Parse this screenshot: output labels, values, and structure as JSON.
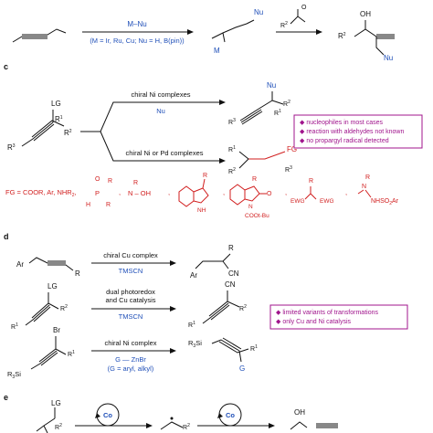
{
  "b": {
    "reagent": "M–Nu",
    "conditions": "(M = Ir, Ru, Cu; Nu = H, B(pin))",
    "nu_top": "Nu",
    "m_label": "M",
    "aldehyde_r": "R",
    "aldehyde_sup": "2",
    "product_oh": "OH",
    "product_r": "R",
    "product_sup": "2",
    "product_nu": "Nu"
  },
  "c": {
    "label": "c",
    "lg": "LG",
    "r1": "R",
    "r1_sup": "1",
    "r2": "R",
    "r2_sup": "2",
    "r3": "R",
    "r3_sup": "3",
    "upper_arrow_label": "chiral Ni complexes",
    "upper_arrow_nu": "Nu",
    "lower_arrow_label": "chiral Ni or Pd complexes",
    "prod1_nu": "Nu",
    "prod2_fg": "FG",
    "limits": [
      "nucleophiles in most cases",
      "reaction with aldehydes not known",
      "no propargyl radical detected"
    ],
    "fg_def": "FG = COOR, Ar, NHR",
    "fg_def_sub": "2",
    "fg_p": "P",
    "fg_o": "O",
    "fg_r": "R",
    "fg_h": "H",
    "fg_noh": "N – OH",
    "fg_nh": "NH",
    "fg_cooBu": "COOt-Bu",
    "fg_ewg": "EWG",
    "fg_nhso2ar": "NHSO",
    "fg_nhso2ar_sub": "2",
    "fg_nhso2ar_end": "Ar",
    "fg_n": "N",
    "fg_comma": ","
  },
  "d": {
    "label": "d",
    "r1_ar": "Ar",
    "r1_r": "R",
    "r1_cond": "chiral Cu complex",
    "r1_reagent": "TMSCN",
    "r1_prod_ar": "Ar",
    "r1_prod_r": "R",
    "r1_prod_cn": "CN",
    "r2_lg": "LG",
    "r2_cond1": "dual photoredox",
    "r2_cond2": "and Cu catalysis",
    "r2_reagent": "TMSCN",
    "r2_prod_cn": "CN",
    "r3_br": "Br",
    "r3_si": "R",
    "r3_si_sub": "3",
    "r3_si_end": "Si",
    "r3_cond": "chiral Ni complex",
    "r3_reagent": "G",
    "r3_reagent_end": "ZnBr",
    "r3_note": "(G = aryl, alkyl)",
    "r3_prod_g": "G",
    "limits": [
      "limited variants of transformations",
      "only Cu and Ni catalysis"
    ]
  },
  "e": {
    "label": "e",
    "lg": "LG",
    "r2": "R",
    "r2_sup": "2",
    "co1": "Co",
    "co2": "Co",
    "oh": "OH"
  },
  "colors": {
    "black": "#111111",
    "blue": "#1f4fb8",
    "red": "#d11e1e",
    "magenta": "#a0148c"
  }
}
